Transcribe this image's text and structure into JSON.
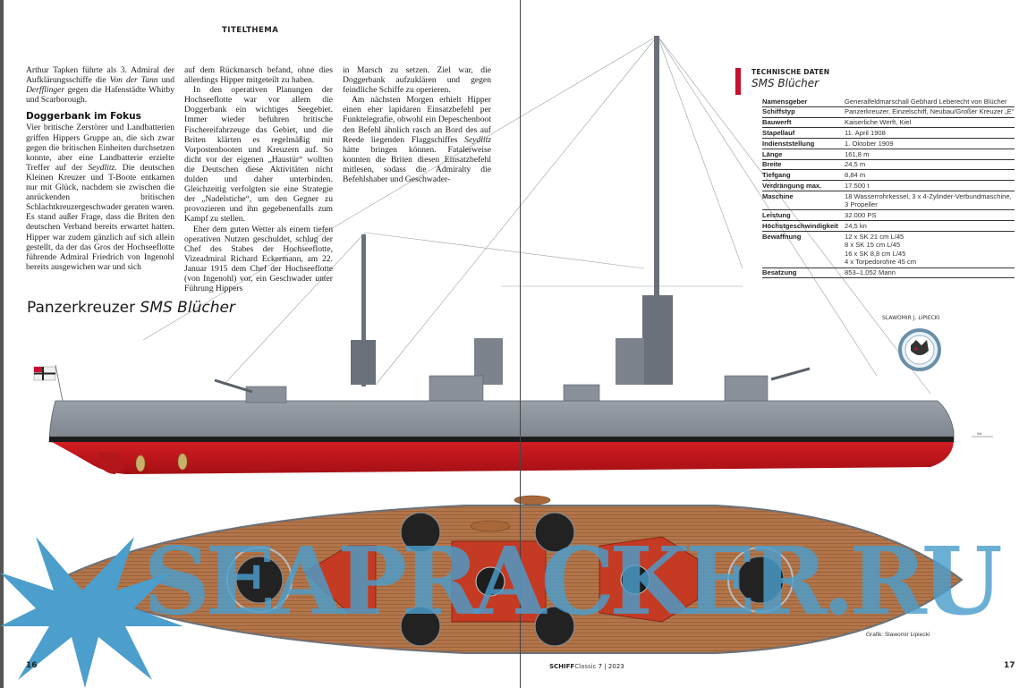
{
  "spread": {
    "running_head": "TITELTHEMA",
    "left_page_number": "16",
    "right_page_number": "17",
    "magazine": {
      "name_bold": "SCHIFF",
      "name_light": "Classic",
      "issue": "7 | 2023"
    }
  },
  "article": {
    "col1": {
      "p1": {
        "a": "Arthur Tapken führte als 3. Admiral der Aufklärungsschiffe die ",
        "i1": "Von der Tann",
        "b": " und ",
        "i2": "Derfflinger",
        "c": " gegen die Hafenstädte Whitby und Scarborough."
      },
      "heading": "Doggerbank im Fokus",
      "p2": {
        "a": "Vier britische Zerstörer und Landbatterien griffen Hippers Gruppe an, die sich zwar gegen die britischen Einheiten durchsetzen konnte, aber eine Landbatterie erzielte Treffer auf der ",
        "i1": "Seydlitz",
        "b": ". Die deutschen Kleinen Kreuzer und T-Boote entkamen nur mit Glück, nachdem sie zwischen die anrückenden britischen Schlachtkreuzergeschwader geraten waren. Es stand außer Frage, dass die Briten den deutschen Verband bereits erwartet hatten. Hipper war zudem gänzlich auf sich allein gestellt, da der das Gros der Hochseeflotte führende Admiral Friedrich von Ingenohl bereits ausgewichen war und sich"
      }
    },
    "col2": {
      "p1": "auf dem Rückmarsch befand, ohne dies allerdings Hipper mitgeteilt zu haben.",
      "p2": "In den operativen Planungen der Hochseeflotte war vor allem die Doggerbank ein wichtiges Seegebiet. Immer wieder befuhren britische Fischereifahrzeuge das Gebiet, und die Briten klärten es regelmäßig mit Vorpostenbooten und Kreuzern auf. So dicht vor der eigenen „Haustür“ wollten die Deutschen diese Aktivitäten nicht dulden und daher unterbinden. Gleichzeitig verfolgten sie eine Strategie der „Nadelstiche“, um den Gegner zu provozieren und ihn gegebenenfalls zum Kampf zu stellen.",
      "p3": "Eher dem guten Wetter als einem tiefen operativen Nutzen geschuldet, schlug der Chef des Stabes der Hochseeflotte, Vizeadmiral Richard Eckermann, am 22. Januar 1915 dem Chef der Hochseeflotte (von Ingenohl) vor, ein Geschwader unter Führung Hippers"
    },
    "col3": {
      "p1": "in Marsch zu setzen. Ziel war, die Doggerbank aufzuklären und gegen feindliche Schiffe zu operieren.",
      "p2": {
        "a": "Am nächsten Morgen erhielt Hipper einen eher lapidaren Einsatzbefehl per Funktelegrafie, obwohl ein Depeschenboot den Befehl ähnlich rasch an Bord des auf Reede liegenden Flaggschiffes ",
        "i1": "Seydlitz",
        "b": " hätte bringen können. Fatalerweise konnten die Briten diesen Einsatzbefehl mitlesen, sodass die Admiralty die Befehlshaber und Geschwader-"
      }
    }
  },
  "plate": {
    "title_plain": "Panzerkreuzer ",
    "title_italic": "SMS Blücher",
    "artist_signature": "SLAWOMIR J. LIPIECKI",
    "credit": "Grafik: Slawomir Lipiecki",
    "waterline_label": "WL"
  },
  "tech_data": {
    "kicker": "TECHNISCHE DATEN",
    "title": "SMS Blücher",
    "accent_color": "#c8102e",
    "rows": [
      {
        "key": "Namensgeber",
        "value": "Generalfeldmarschall Gebhard Leberecht von Blücher"
      },
      {
        "key": "Schiffstyp",
        "value": "Panzerkreuzer, Einzelschiff, Neubau/Großer Kreuzer „E“"
      },
      {
        "key": "Bauwerft",
        "value": "Kaiserliche Werft, Kiel"
      },
      {
        "key": "Stapellauf",
        "value": "11. April 1908"
      },
      {
        "key": "Indienststellung",
        "value": "1. Oktober 1909"
      },
      {
        "key": "Länge",
        "value": "161,8 m"
      },
      {
        "key": "Breite",
        "value": "24,5 m"
      },
      {
        "key": "Tiefgang",
        "value": "8,84 m"
      },
      {
        "key": "Verdrängung max.",
        "value": "17.500 t"
      },
      {
        "key": "Maschine",
        "value": "18 Wasserrohrkessel, 3 x 4-Zylinder-Verbundmaschine,\n3 Propeller"
      },
      {
        "key": "Leistung",
        "value": "32.000 PS"
      },
      {
        "key": "Höchstgeschwindigkeit",
        "value": "24,5 kn"
      },
      {
        "key": "Bewaffnung",
        "value": "12 x SK 21 cm L/45\n8 x SK 15 cm L/45\n16 x SK 8,8 cm L/45\n4 x Torpedorohre 45 cm"
      },
      {
        "key": "Besatzung",
        "value": "853–1.052 Mann"
      }
    ]
  },
  "watermark": {
    "text": "SEAPRACKER.RU",
    "color": "#4c9ecc"
  },
  "colors": {
    "hull_grey": "#8a9099",
    "hull_red": "#c4161c",
    "deck_wood": "#b0744a"
  }
}
